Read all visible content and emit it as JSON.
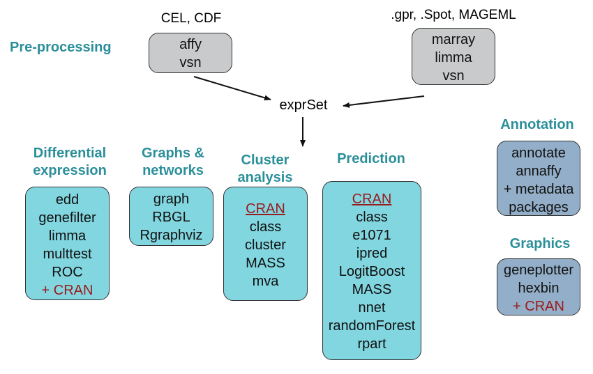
{
  "preprocessing": {
    "heading": "Pre-processing",
    "left_input": "CEL, CDF",
    "left_box": [
      "affy",
      "vsn"
    ],
    "right_input": ".gpr, .Spot, MAGEML",
    "right_box": [
      "marray",
      "limma",
      "vsn"
    ]
  },
  "center": {
    "label": "exprSet"
  },
  "differential": {
    "heading": [
      "Differential",
      "expression"
    ],
    "items": [
      "edd",
      "genefilter",
      "limma",
      "multtest",
      "ROC"
    ],
    "cran": "+ CRAN"
  },
  "graphs": {
    "heading": [
      "Graphs &",
      "networks"
    ],
    "items": [
      "graph",
      "RBGL",
      "Rgraphviz"
    ]
  },
  "cluster": {
    "heading": [
      "Cluster",
      "analysis"
    ],
    "cran": "CRAN",
    "items": [
      "class",
      "cluster",
      "MASS",
      "mva"
    ]
  },
  "prediction": {
    "heading": "Prediction",
    "cran": "CRAN",
    "items": [
      "class",
      "e1071",
      "ipred",
      "LogitBoost",
      "MASS",
      "nnet",
      "randomForest",
      "rpart"
    ]
  },
  "annotation": {
    "heading": "Annotation",
    "items": [
      "annotate",
      "annaffy",
      "+ metadata",
      "packages"
    ]
  },
  "graphics": {
    "heading": "Graphics",
    "items": [
      "geneplotter",
      "hexbin"
    ],
    "cran": "+ CRAN"
  },
  "colors": {
    "heading": "#2b8f9a",
    "gray_box": "#c8cacb",
    "cyan_box": "#82d6e0",
    "slate_box": "#93aec8",
    "cran": "#9a1b1b"
  }
}
